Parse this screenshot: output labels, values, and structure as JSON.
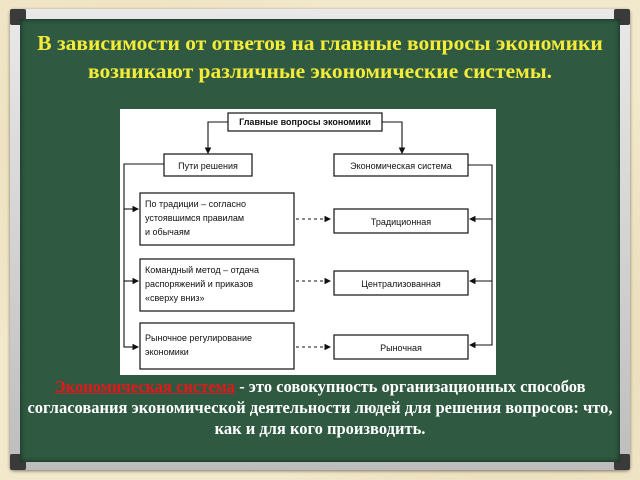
{
  "slide": {
    "title": "В зависимости от ответов на главные вопросы экономики возникают различные экономические системы.",
    "definition_term": "Экономическая система",
    "definition_text": " - это совокупность организационных способов согласования экономической деятельности людей для решения вопросов: что, как и для кого производить."
  },
  "diagram": {
    "top": "Главные вопросы экономики",
    "left_header": "Пути решения",
    "right_header": "Экономическая система",
    "rows": [
      {
        "method": [
          "По традиции – согласно",
          "устоявшимся правилам",
          "и обычаям"
        ],
        "system": "Традиционная"
      },
      {
        "method": [
          "Командный метод – отдача",
          "распоряжений и приказов",
          "«сверху вниз»"
        ],
        "system": "Централизованная"
      },
      {
        "method": [
          "Рыночное регулирование",
          "экономики"
        ],
        "system": "Рыночная"
      }
    ]
  },
  "colors": {
    "board": "#2f5a41",
    "title": "#f5ec3a",
    "term": "#e0181b",
    "text": "#ffffff"
  }
}
